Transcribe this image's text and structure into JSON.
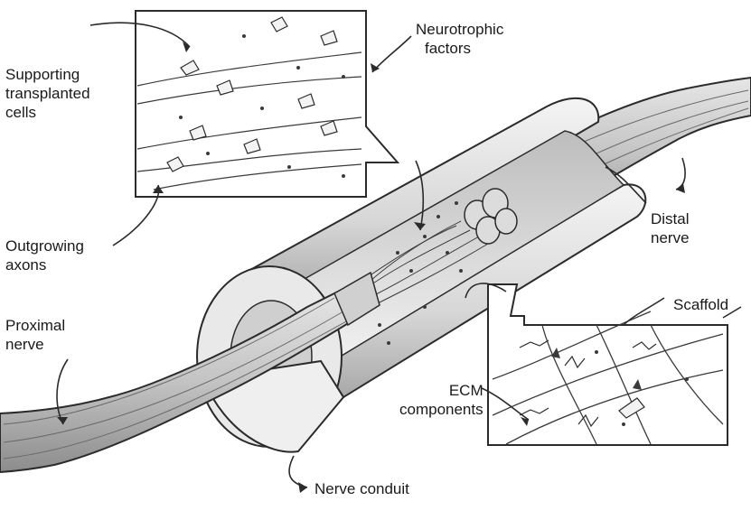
{
  "labels": {
    "supporting_cells": [
      "Supporting",
      "transplanted",
      "cells"
    ],
    "neurotrophic": [
      "Neurotrophic",
      "factors"
    ],
    "outgrowing_axons": [
      "Outgrowing",
      "axons"
    ],
    "distal_nerve": [
      "Distal",
      "nerve"
    ],
    "scaffold": [
      "Scaffold"
    ],
    "proximal_nerve": [
      "Proximal",
      "nerve"
    ],
    "ecm_components": [
      "ECM",
      "components"
    ],
    "nerve_conduit": [
      "Nerve conduit"
    ]
  },
  "style": {
    "ink": "#2b2b2b",
    "shade": "#9a9a9a",
    "light_shade": "#cfcfcf",
    "paper": "#ffffff"
  }
}
